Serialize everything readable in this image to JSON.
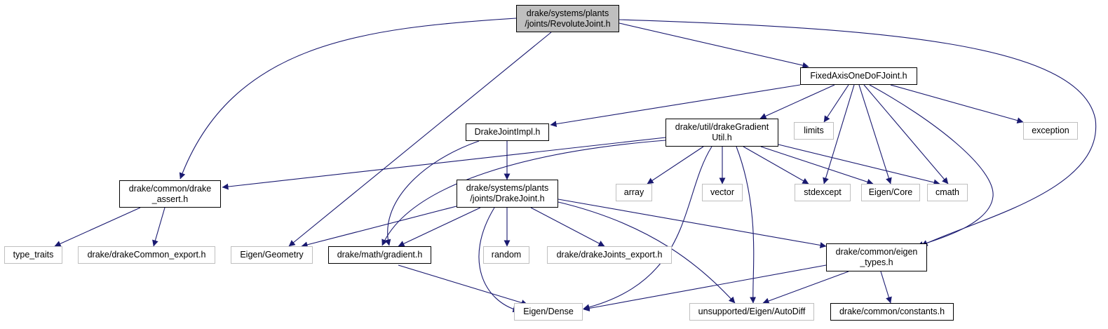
{
  "colors": {
    "edge": "#191970",
    "root_fill": "#bfbfbf",
    "local_border": "#000000",
    "system_border": "#bfbfbf"
  },
  "nodes": {
    "revolute": {
      "lines": [
        "drake/systems/plants",
        "/joints/RevoluteJoint.h"
      ]
    },
    "fixedaxis": {
      "lines": [
        "FixedAxisOneDoFJoint.h"
      ]
    },
    "drakejointimpl": {
      "lines": [
        "DrakeJointImpl.h"
      ]
    },
    "gradientutil": {
      "lines": [
        "drake/util/drakeGradient",
        "Util.h"
      ]
    },
    "limits": {
      "lines": [
        "limits"
      ]
    },
    "exception": {
      "lines": [
        "exception"
      ]
    },
    "drakeassert": {
      "lines": [
        "drake/common/drake",
        "_assert.h"
      ]
    },
    "drakejoint": {
      "lines": [
        "drake/systems/plants",
        "/joints/DrakeJoint.h"
      ]
    },
    "array": {
      "lines": [
        "array"
      ]
    },
    "vector": {
      "lines": [
        "vector"
      ]
    },
    "stdexcept": {
      "lines": [
        "stdexcept"
      ]
    },
    "eigencore": {
      "lines": [
        "Eigen/Core"
      ]
    },
    "cmath": {
      "lines": [
        "cmath"
      ]
    },
    "typetraits": {
      "lines": [
        "type_traits"
      ]
    },
    "commonexport": {
      "lines": [
        "drake/drakeCommon_export.h"
      ]
    },
    "geometry": {
      "lines": [
        "Eigen/Geometry"
      ]
    },
    "gradient": {
      "lines": [
        "drake/math/gradient.h"
      ]
    },
    "random": {
      "lines": [
        "random"
      ]
    },
    "jointsexport": {
      "lines": [
        "drake/drakeJoints_export.h"
      ]
    },
    "eigentypes": {
      "lines": [
        "drake/common/eigen",
        "_types.h"
      ]
    },
    "dense": {
      "lines": [
        "Eigen/Dense"
      ]
    },
    "autodiff": {
      "lines": [
        "unsupported/Eigen/AutoDiff"
      ]
    },
    "constants": {
      "lines": [
        "drake/common/constants.h"
      ]
    }
  }
}
